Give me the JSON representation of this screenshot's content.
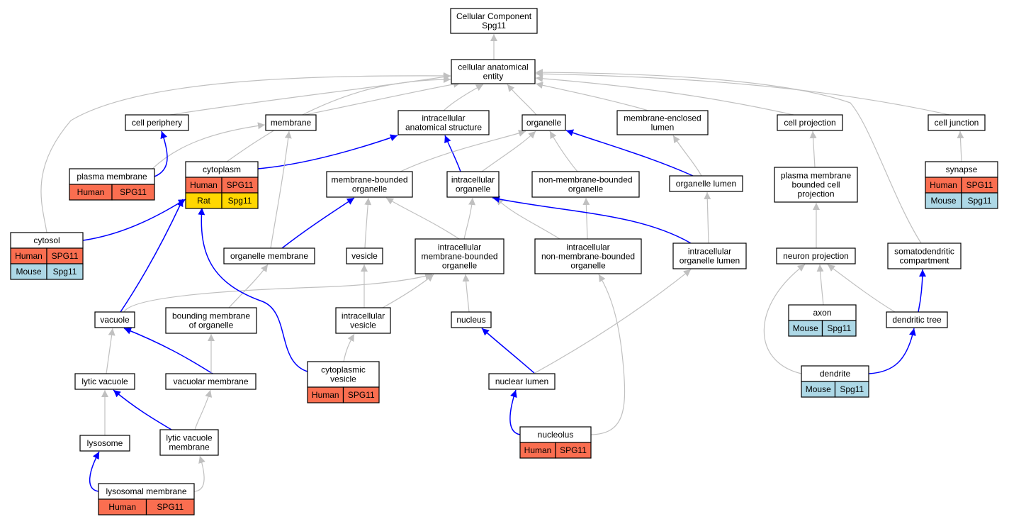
{
  "colors": {
    "edge_gray": "#c0c0c0",
    "edge_blue": "#0000ff",
    "human": "#fa6e50",
    "mouse": "#add8e6",
    "rat": "#ffd700",
    "node_border": "#000000",
    "node_fill": "#ffffff"
  },
  "nodes": [
    {
      "id": "root",
      "lines": [
        "Cellular Component",
        "Spg11"
      ],
      "species": []
    },
    {
      "id": "cae",
      "lines": [
        "cellular anatomical",
        "entity"
      ],
      "species": []
    },
    {
      "id": "cellper",
      "lines": [
        "cell periphery"
      ],
      "species": []
    },
    {
      "id": "membrane",
      "lines": [
        "membrane"
      ],
      "species": []
    },
    {
      "id": "ias",
      "lines": [
        "intracellular",
        "anatomical structure"
      ],
      "species": []
    },
    {
      "id": "organelle",
      "lines": [
        "organelle"
      ],
      "species": []
    },
    {
      "id": "mel",
      "lines": [
        "membrane-enclosed",
        "lumen"
      ],
      "species": []
    },
    {
      "id": "cellproj",
      "lines": [
        "cell projection"
      ],
      "species": []
    },
    {
      "id": "celljunc",
      "lines": [
        "cell junction"
      ],
      "species": []
    },
    {
      "id": "pm",
      "lines": [
        "plasma membrane"
      ],
      "species": [
        [
          "Human",
          "SPG11"
        ]
      ]
    },
    {
      "id": "cytoplasm",
      "lines": [
        "cytoplasm"
      ],
      "species": [
        [
          "Human",
          "SPG11"
        ],
        [
          "Rat",
          "Spg11"
        ]
      ]
    },
    {
      "id": "mbo",
      "lines": [
        "membrane-bounded",
        "organelle"
      ],
      "species": []
    },
    {
      "id": "io",
      "lines": [
        "intracellular",
        "organelle"
      ],
      "species": []
    },
    {
      "id": "nmbo",
      "lines": [
        "non-membrane-bounded",
        "organelle"
      ],
      "species": []
    },
    {
      "id": "ol",
      "lines": [
        "organelle lumen"
      ],
      "species": []
    },
    {
      "id": "pmbcp",
      "lines": [
        "plasma membrane",
        "bounded cell",
        "projection"
      ],
      "species": []
    },
    {
      "id": "synapse",
      "lines": [
        "synapse"
      ],
      "species": [
        [
          "Human",
          "SPG11"
        ],
        [
          "Mouse",
          "Spg11"
        ]
      ]
    },
    {
      "id": "cytosol",
      "lines": [
        "cytosol"
      ],
      "species": [
        [
          "Human",
          "SPG11"
        ],
        [
          "Mouse",
          "Spg11"
        ]
      ]
    },
    {
      "id": "om",
      "lines": [
        "organelle membrane"
      ],
      "species": []
    },
    {
      "id": "vesicle",
      "lines": [
        "vesicle"
      ],
      "species": []
    },
    {
      "id": "imbo",
      "lines": [
        "intracellular",
        "membrane-bounded",
        "organelle"
      ],
      "species": []
    },
    {
      "id": "inmbo",
      "lines": [
        "intracellular",
        "non-membrane-bounded",
        "organelle"
      ],
      "species": []
    },
    {
      "id": "iol",
      "lines": [
        "intracellular",
        "organelle lumen"
      ],
      "species": []
    },
    {
      "id": "np",
      "lines": [
        "neuron projection"
      ],
      "species": []
    },
    {
      "id": "sdc",
      "lines": [
        "somatodendritic",
        "compartment"
      ],
      "species": []
    },
    {
      "id": "vacuole",
      "lines": [
        "vacuole"
      ],
      "species": []
    },
    {
      "id": "bmo",
      "lines": [
        "bounding membrane",
        "of organelle"
      ],
      "species": []
    },
    {
      "id": "iv",
      "lines": [
        "intracellular",
        "vesicle"
      ],
      "species": []
    },
    {
      "id": "nucleus",
      "lines": [
        "nucleus"
      ],
      "species": []
    },
    {
      "id": "axon",
      "lines": [
        "axon"
      ],
      "species": [
        [
          "Mouse",
          "Spg11"
        ]
      ]
    },
    {
      "id": "dtree",
      "lines": [
        "dendritic tree"
      ],
      "species": []
    },
    {
      "id": "cv",
      "lines": [
        "cytoplasmic",
        "vesicle"
      ],
      "species": [
        [
          "Human",
          "SPG11"
        ]
      ]
    },
    {
      "id": "lv",
      "lines": [
        "lytic vacuole"
      ],
      "species": []
    },
    {
      "id": "vm",
      "lines": [
        "vacuolar membrane"
      ],
      "species": []
    },
    {
      "id": "nl",
      "lines": [
        "nuclear lumen"
      ],
      "species": []
    },
    {
      "id": "dendrite",
      "lines": [
        "dendrite"
      ],
      "species": [
        [
          "Mouse",
          "Spg11"
        ]
      ]
    },
    {
      "id": "lysosome",
      "lines": [
        "lysosome"
      ],
      "species": []
    },
    {
      "id": "lvm",
      "lines": [
        "lytic vacuole",
        "membrane"
      ],
      "species": []
    },
    {
      "id": "nucleolus",
      "lines": [
        "nucleolus"
      ],
      "species": [
        [
          "Human",
          "SPG11"
        ]
      ]
    },
    {
      "id": "lm",
      "lines": [
        "lysosomal membrane"
      ],
      "species": [
        [
          "Human",
          "SPG11"
        ]
      ]
    }
  ],
  "edges": [
    {
      "from": "cae",
      "to": "root",
      "kind": "is_a"
    },
    {
      "from": "cellper",
      "to": "cae",
      "kind": "is_a"
    },
    {
      "from": "membrane",
      "to": "cae",
      "kind": "is_a"
    },
    {
      "from": "ias",
      "to": "cae",
      "kind": "is_a"
    },
    {
      "from": "organelle",
      "to": "cae",
      "kind": "is_a"
    },
    {
      "from": "mel",
      "to": "cae",
      "kind": "is_a"
    },
    {
      "from": "cellproj",
      "to": "cae",
      "kind": "is_a"
    },
    {
      "from": "celljunc",
      "to": "cae",
      "kind": "is_a"
    },
    {
      "from": "cytosol",
      "to": "cae",
      "kind": "is_a"
    },
    {
      "from": "cytoplasm",
      "to": "cae",
      "kind": "is_a"
    },
    {
      "from": "sdc",
      "to": "cae",
      "kind": "is_a"
    },
    {
      "from": "pm",
      "to": "membrane",
      "kind": "is_a"
    },
    {
      "from": "pm",
      "to": "cellper",
      "kind": "part_of"
    },
    {
      "from": "cytoplasm",
      "to": "ias",
      "kind": "part_of"
    },
    {
      "from": "io",
      "to": "ias",
      "kind": "part_of"
    },
    {
      "from": "mbo",
      "to": "organelle",
      "kind": "is_a"
    },
    {
      "from": "io",
      "to": "organelle",
      "kind": "is_a"
    },
    {
      "from": "nmbo",
      "to": "organelle",
      "kind": "is_a"
    },
    {
      "from": "ol",
      "to": "organelle",
      "kind": "part_of"
    },
    {
      "from": "ol",
      "to": "mel",
      "kind": "is_a"
    },
    {
      "from": "pmbcp",
      "to": "cellproj",
      "kind": "is_a"
    },
    {
      "from": "synapse",
      "to": "celljunc",
      "kind": "is_a"
    },
    {
      "from": "cytosol",
      "to": "cytoplasm",
      "kind": "part_of"
    },
    {
      "from": "om",
      "to": "membrane",
      "kind": "is_a"
    },
    {
      "from": "om",
      "to": "mbo",
      "kind": "part_of"
    },
    {
      "from": "vesicle",
      "to": "mbo",
      "kind": "is_a"
    },
    {
      "from": "imbo",
      "to": "mbo",
      "kind": "is_a"
    },
    {
      "from": "imbo",
      "to": "io",
      "kind": "is_a"
    },
    {
      "from": "inmbo",
      "to": "io",
      "kind": "is_a"
    },
    {
      "from": "inmbo",
      "to": "nmbo",
      "kind": "is_a"
    },
    {
      "from": "iol",
      "to": "io",
      "kind": "part_of"
    },
    {
      "from": "iol",
      "to": "ol",
      "kind": "is_a"
    },
    {
      "from": "np",
      "to": "pmbcp",
      "kind": "is_a"
    },
    {
      "from": "vacuole",
      "to": "cytoplasm",
      "kind": "part_of"
    },
    {
      "from": "vacuole",
      "to": "imbo",
      "kind": "is_a"
    },
    {
      "from": "bmo",
      "to": "om",
      "kind": "is_a"
    },
    {
      "from": "iv",
      "to": "vesicle",
      "kind": "is_a"
    },
    {
      "from": "iv",
      "to": "imbo",
      "kind": "is_a"
    },
    {
      "from": "nucleus",
      "to": "imbo",
      "kind": "is_a"
    },
    {
      "from": "axon",
      "to": "np",
      "kind": "is_a"
    },
    {
      "from": "dtree",
      "to": "np",
      "kind": "is_a"
    },
    {
      "from": "dtree",
      "to": "sdc",
      "kind": "part_of"
    },
    {
      "from": "cv",
      "to": "cytoplasm",
      "kind": "part_of"
    },
    {
      "from": "cv",
      "to": "iv",
      "kind": "is_a"
    },
    {
      "from": "lv",
      "to": "vacuole",
      "kind": "is_a"
    },
    {
      "from": "vm",
      "to": "vacuole",
      "kind": "part_of"
    },
    {
      "from": "vm",
      "to": "bmo",
      "kind": "is_a"
    },
    {
      "from": "nl",
      "to": "nucleus",
      "kind": "part_of"
    },
    {
      "from": "nl",
      "to": "iol",
      "kind": "is_a"
    },
    {
      "from": "dendrite",
      "to": "np",
      "kind": "is_a"
    },
    {
      "from": "dendrite",
      "to": "dtree",
      "kind": "part_of"
    },
    {
      "from": "lysosome",
      "to": "lv",
      "kind": "is_a"
    },
    {
      "from": "lvm",
      "to": "lv",
      "kind": "part_of"
    },
    {
      "from": "lvm",
      "to": "vm",
      "kind": "is_a"
    },
    {
      "from": "nucleolus",
      "to": "nl",
      "kind": "part_of"
    },
    {
      "from": "nucleolus",
      "to": "inmbo",
      "kind": "is_a"
    },
    {
      "from": "lm",
      "to": "lysosome",
      "kind": "part_of"
    },
    {
      "from": "lm",
      "to": "lvm",
      "kind": "is_a"
    }
  ]
}
